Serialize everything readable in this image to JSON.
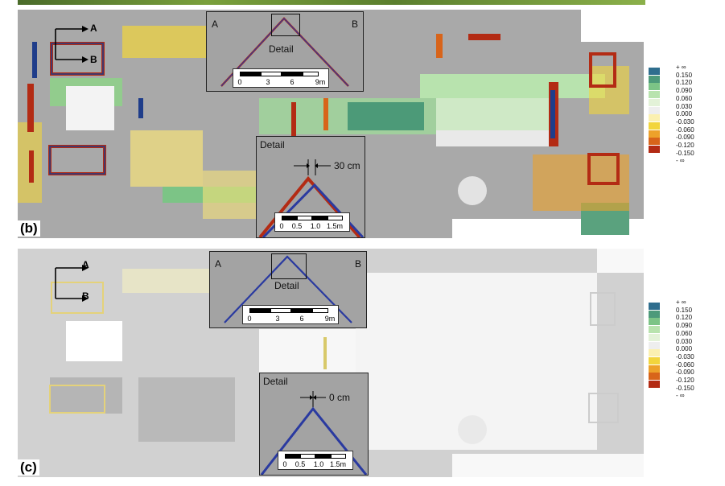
{
  "panels": [
    {
      "id": "b",
      "label": "(b)",
      "section_labels": {
        "a": "A",
        "b": "B"
      },
      "profile_inset": {
        "left_label": "A",
        "right_label": "B",
        "detail_label": "Detail",
        "scale_ticks": [
          "0",
          "3",
          "6",
          "9m"
        ]
      },
      "detail_inset": {
        "title": "Detail",
        "offset_label": "30 cm",
        "scale_ticks": [
          "0",
          "0.5",
          "1.0",
          "1.5m"
        ]
      }
    },
    {
      "id": "c",
      "label": "(c)",
      "section_labels": {
        "a": "A",
        "b": "B"
      },
      "profile_inset": {
        "left_label": "A",
        "right_label": "B",
        "detail_label": "Detail",
        "scale_ticks": [
          "0",
          "3",
          "6",
          "9m"
        ]
      },
      "detail_inset": {
        "title": "Detail",
        "offset_label": "0 cm",
        "scale_ticks": [
          "0",
          "0.5",
          "1.0",
          "1.5m"
        ]
      }
    }
  ],
  "legend": {
    "labels": [
      "+ ∞",
      "0.150",
      "0.120",
      "0.090",
      "0.060",
      "0.030",
      "0.000",
      "-0.030",
      "-0.060",
      "-0.090",
      "-0.120",
      "-0.150",
      "- ∞"
    ],
    "colors": [
      "#1f3d8a",
      "#2f6e8e",
      "#4d9a7a",
      "#7cc486",
      "#b8e3ae",
      "#e3f2d8",
      "#eeeeee",
      "#fbf0b0",
      "#f2d53c",
      "#eda12a",
      "#d8641a",
      "#b32b14",
      "#7a0c0c"
    ]
  }
}
